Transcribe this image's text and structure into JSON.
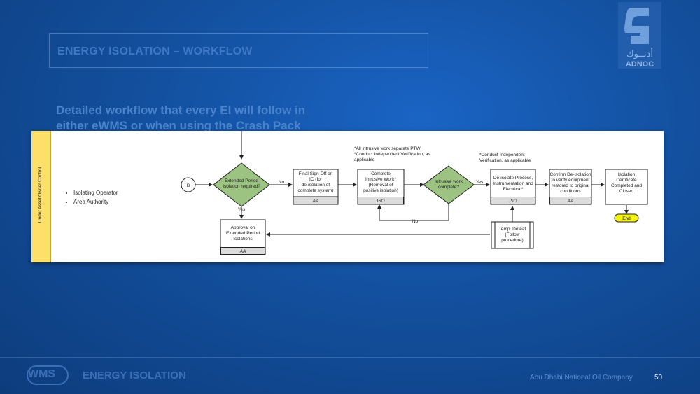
{
  "header": {
    "title": "ENERGY ISOLATION – WORKFLOW",
    "subtitle_line1": "Detailed workflow that every EI will follow in",
    "subtitle_line2": "either eWMS or when using the Crash Pack"
  },
  "logo": {
    "arabic": "أدنــوك",
    "text": "ADNOC"
  },
  "lane": {
    "label": "Under Asset Owner Control"
  },
  "roles": [
    "Isolating Operator",
    "Area Authority"
  ],
  "flow": {
    "connector": "B",
    "d1": [
      "Extended Period",
      "Isolation required?"
    ],
    "d1_no": "No",
    "d1_yes": "Yes",
    "p_signoff": [
      "Final Sign-Off on",
      "IC (for",
      "de-isolation of",
      "complete system)"
    ],
    "p_signoff_role": "AA",
    "note1": [
      "*All intrusive work separate PTW",
      "*Conduct Independent Verification, as",
      "applicable"
    ],
    "p_intrusive": [
      "Complete",
      "Intrusive Work*",
      "(Removal of",
      "positive isolation)"
    ],
    "p_intrusive_role": "ISO",
    "d2": [
      "Intrusive work",
      "complete?"
    ],
    "d2_yes": "Yes",
    "d2_no": "No",
    "note2": [
      "*Conduct Independent",
      "Verification, as applicable"
    ],
    "p_deisolate": [
      "De-isolate Process,",
      "Instrumentation and",
      "Electrical*"
    ],
    "p_deisolate_role": "ISO",
    "p_confirm": [
      "Confirm De-isolation",
      "to verify equipment",
      "restored to original",
      "conditions"
    ],
    "p_confirm_role": "AA",
    "p_cert": [
      "Isolation",
      "Certificate",
      "Completed and",
      "Closed"
    ],
    "end": "End",
    "p_defeat": [
      "Temp. Defeat",
      "(Follow",
      "procedure)"
    ],
    "p_approval": [
      "Approval on",
      "Extended Period",
      "Isolations"
    ],
    "p_approval_role": "AA"
  },
  "footer": {
    "wms": "WMS",
    "title": "ENERGY ISOLATION",
    "company": "Abu Dhabi National Oil Company",
    "page": "50"
  }
}
